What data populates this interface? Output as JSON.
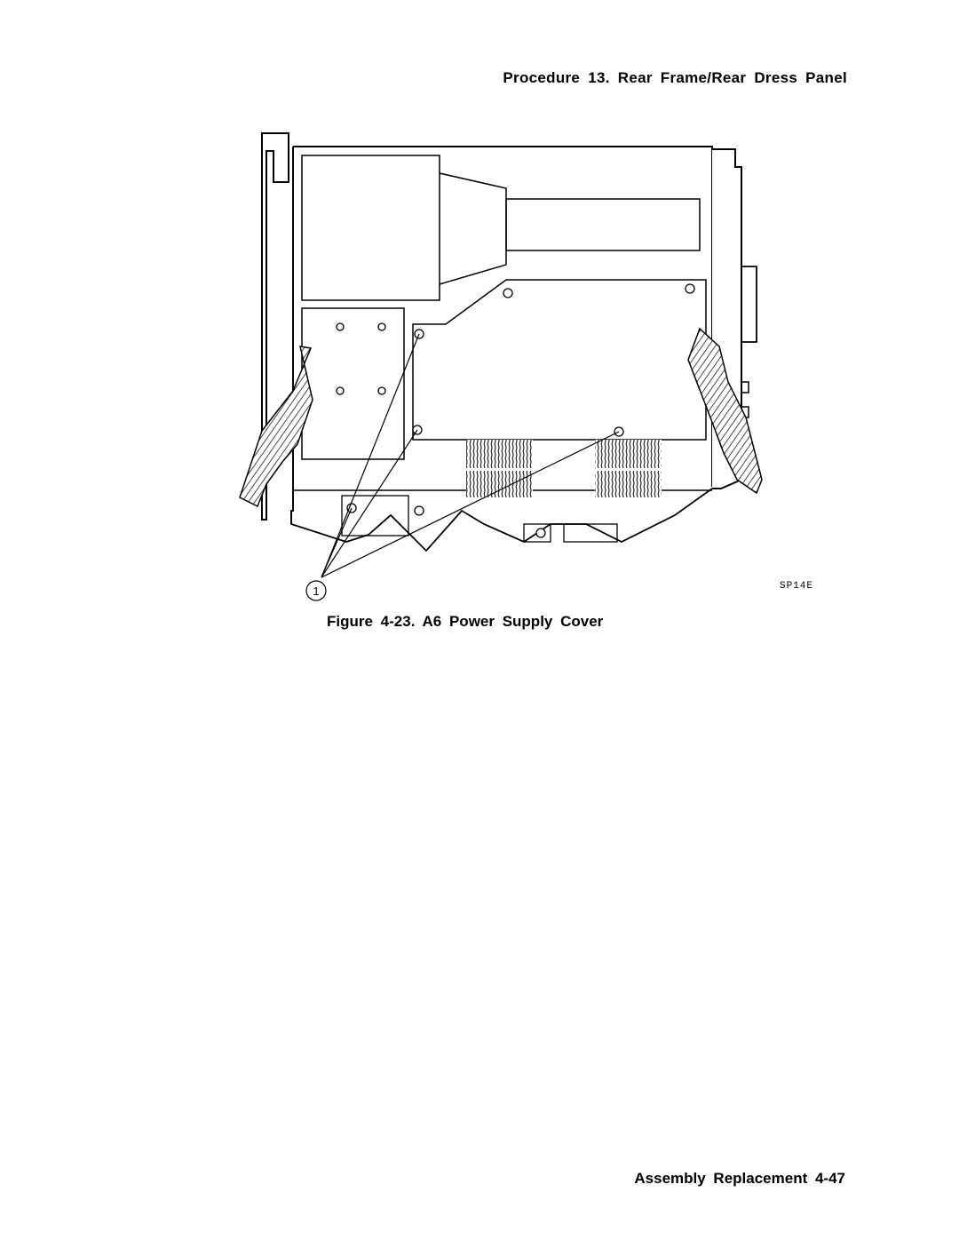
{
  "header": {
    "section_title": "Procedure 13. Rear Frame/Rear Dress Panel"
  },
  "figure": {
    "callout_number": "1",
    "drawing_code": "SP14E",
    "caption": "Figure 4-23. A6 Power Supply Cover"
  },
  "footer": {
    "page_label": "Assembly Replacement 4-47"
  }
}
